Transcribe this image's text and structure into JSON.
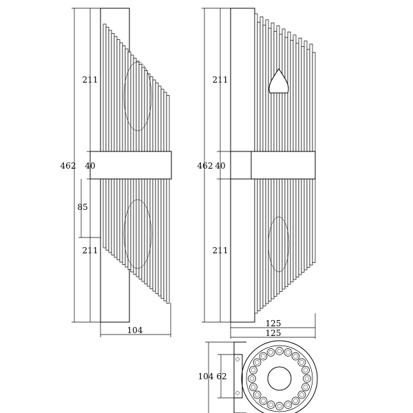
{
  "drawing": {
    "type": "technical-dimension-drawing",
    "views": [
      "side-view",
      "front-view",
      "top-view"
    ],
    "side_view": {
      "dims": {
        "total_height": "462",
        "upper_length": "211",
        "band_height": "40",
        "mount_height": "85",
        "lower_length": "211",
        "depth": "104"
      }
    },
    "front_view": {
      "dims": {
        "total_height": "462",
        "upper_length": "211",
        "band_height": "40",
        "lower_length": "211",
        "width": "125"
      }
    },
    "top_view": {
      "dims": {
        "width": "125",
        "depth": "104",
        "mount_depth": "62"
      },
      "crystal_rod_count": 20
    }
  }
}
